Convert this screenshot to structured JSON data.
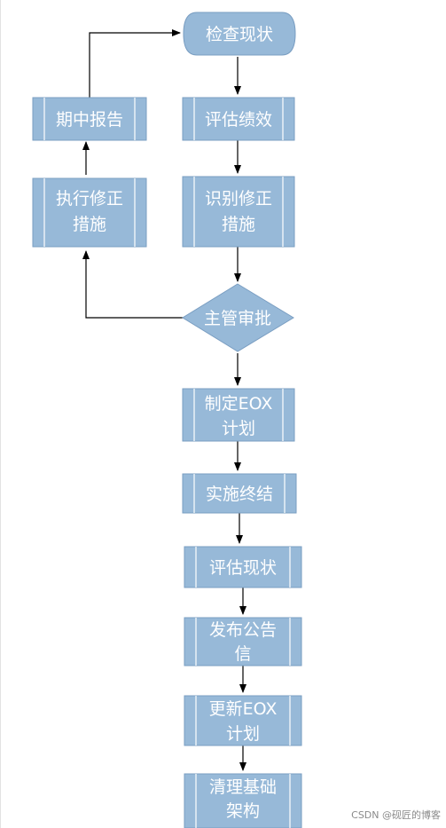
{
  "nodes": {
    "check_status": "检查现状",
    "evaluate_performance": "评估绩效",
    "identify_fix_1": "识别修正",
    "identify_fix_2": "措施",
    "manager_approval": "主管审批",
    "make_eox_1": "制定EOX",
    "make_eox_2": "计划",
    "implement_end": "实施终结",
    "evaluate_status": "评估现状",
    "publish_notice_1": "发布公告",
    "publish_notice_2": "信",
    "update_eox_1": "更新EOX",
    "update_eox_2": "计划",
    "clean_infra_1": "清理基础",
    "clean_infra_2": "架构",
    "execute_fix_1": "执行修正",
    "execute_fix_2": "措施",
    "midterm_report": "期中报告"
  },
  "watermark": "CSDN @砚匠的博客",
  "colors": {
    "node_fill": "#97b9d8",
    "node_edge": "#7a9ec2",
    "node_text": "#ffffff",
    "arrow": "#000000"
  }
}
